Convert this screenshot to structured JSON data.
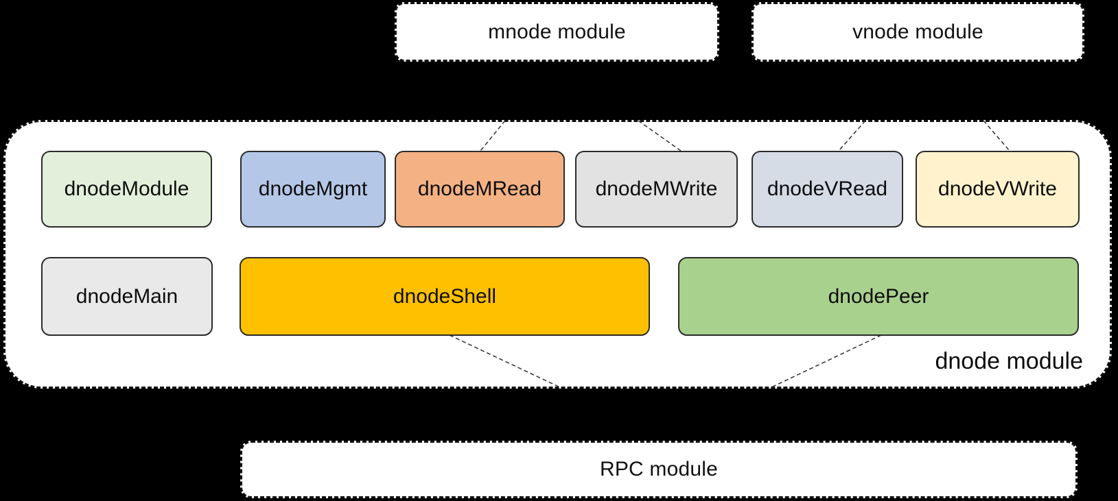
{
  "background_color": "#000000",
  "external_modules": {
    "mnode": {
      "label": "mnode module"
    },
    "vnode": {
      "label": "vnode module"
    },
    "rpc": {
      "label": "RPC module"
    }
  },
  "dnode_container": {
    "label": "dnode module",
    "fill": "#ffffff",
    "border_style": "dashed"
  },
  "dnode_components": {
    "row1": [
      {
        "id": "dnodeModule",
        "label": "dnodeModule",
        "fill": "#e2efda"
      },
      {
        "id": "dnodeMgmt",
        "label": "dnodeMgmt",
        "fill": "#b4c7e7"
      },
      {
        "id": "dnodeMRead",
        "label": "dnodeMRead",
        "fill": "#f4b183"
      },
      {
        "id": "dnodeMWrite",
        "label": "dnodeMWrite",
        "fill": "#e2e2e2"
      },
      {
        "id": "dnodeVRead",
        "label": "dnodeVRead",
        "fill": "#d6dce5"
      },
      {
        "id": "dnodeVWrite",
        "label": "dnodeVWrite",
        "fill": "#fff2cc"
      }
    ],
    "row2": [
      {
        "id": "dnodeMain",
        "label": "dnodeMain",
        "fill": "#e9e9e9"
      },
      {
        "id": "dnodeShell",
        "label": "dnodeShell",
        "fill": "#ffc000"
      },
      {
        "id": "dnodePeer",
        "label": "dnodePeer",
        "fill": "#a9d18e"
      }
    ]
  },
  "connections": [
    {
      "from": "mnode module",
      "to": "dnodeMRead"
    },
    {
      "from": "mnode module",
      "to": "dnodeMWrite"
    },
    {
      "from": "vnode module",
      "to": "dnodeVRead"
    },
    {
      "from": "vnode module",
      "to": "dnodeVWrite"
    },
    {
      "from": "dnodeShell",
      "to": "RPC module"
    },
    {
      "from": "dnodePeer",
      "to": "RPC module"
    }
  ]
}
